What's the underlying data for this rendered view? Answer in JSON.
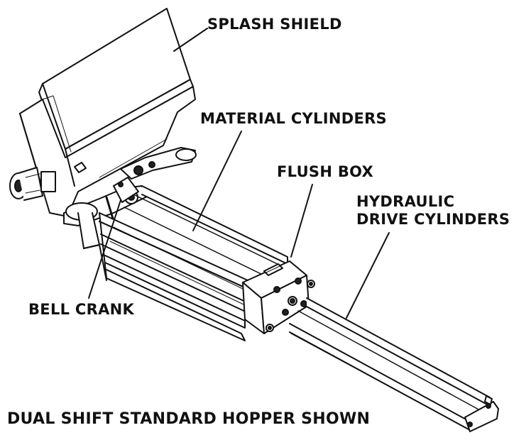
{
  "labels": {
    "splash_shield": "SPLASH SHIELD",
    "material_cylinders": "MATERIAL CYLINDERS",
    "flush_box": "FLUSH BOX",
    "hydraulic_line1": "HYDRAULIC",
    "hydraulic_line2": "DRIVE CYLINDERS",
    "bell_crank": "BELL CRANK"
  },
  "caption": "DUAL SHIFT STANDARD HOPPER SHOWN",
  "colors": {
    "ink": "#111111",
    "background": "#ffffff"
  }
}
